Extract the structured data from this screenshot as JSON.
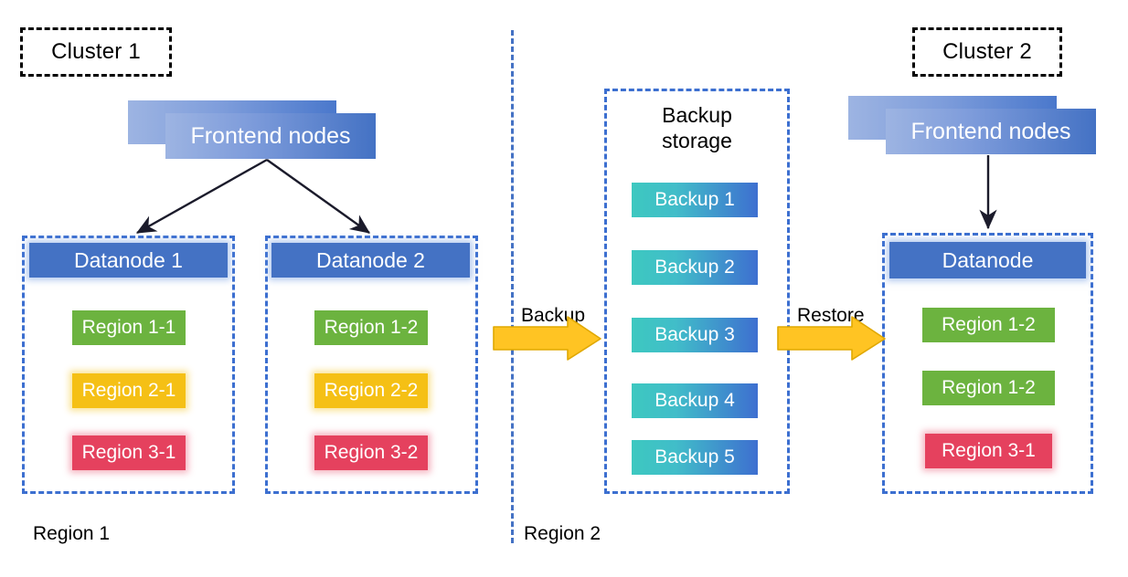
{
  "diagram": {
    "title_left_cluster": "Cluster 1",
    "title_right_cluster": "Cluster 2",
    "region_label_left": "Region 1",
    "region_label_right": "Region 2",
    "backup_storage_title": "Backup\nstorage",
    "arrow_backup_label": "Backup",
    "arrow_restore_label": "Restore"
  },
  "cluster1": {
    "frontend": {
      "label": "Frontend nodes"
    },
    "datanodes": [
      {
        "header": "Datanode 1",
        "regions": [
          {
            "label": "Region 1-1",
            "color": "#6cb33f"
          },
          {
            "label": "Region 2-1",
            "color": "#f5c015"
          },
          {
            "label": "Region 3-1",
            "color": "#e5415e"
          }
        ]
      },
      {
        "header": "Datanode 2",
        "regions": [
          {
            "label": "Region 1-2",
            "color": "#6cb33f"
          },
          {
            "label": "Region 2-2",
            "color": "#f5c015"
          },
          {
            "label": "Region 3-2",
            "color": "#e5415e"
          }
        ]
      }
    ]
  },
  "backup_storage": {
    "items": [
      {
        "label": "Backup 1"
      },
      {
        "label": "Backup 2"
      },
      {
        "label": "Backup 3"
      },
      {
        "label": "Backup 4"
      },
      {
        "label": "Backup 5"
      }
    ]
  },
  "cluster2": {
    "frontend": {
      "label": "Frontend nodes"
    },
    "datanode": {
      "header": "Datanode",
      "regions": [
        {
          "label": "Region 1-2",
          "color": "#6cb33f"
        },
        {
          "label": "Region 1-2",
          "color": "#6cb33f"
        },
        {
          "label": "Region 3-1",
          "color": "#e5415e"
        }
      ]
    }
  },
  "colors": {
    "node_blue": "#4472c4",
    "dashed_blue": "#3c6fd0",
    "green": "#6cb33f",
    "amber": "#f5c015",
    "red": "#e5415e",
    "arrow_gold": "#ffc423",
    "backup_gradient_from": "#3dc8c0",
    "backup_gradient_to": "#3e6fd0"
  }
}
